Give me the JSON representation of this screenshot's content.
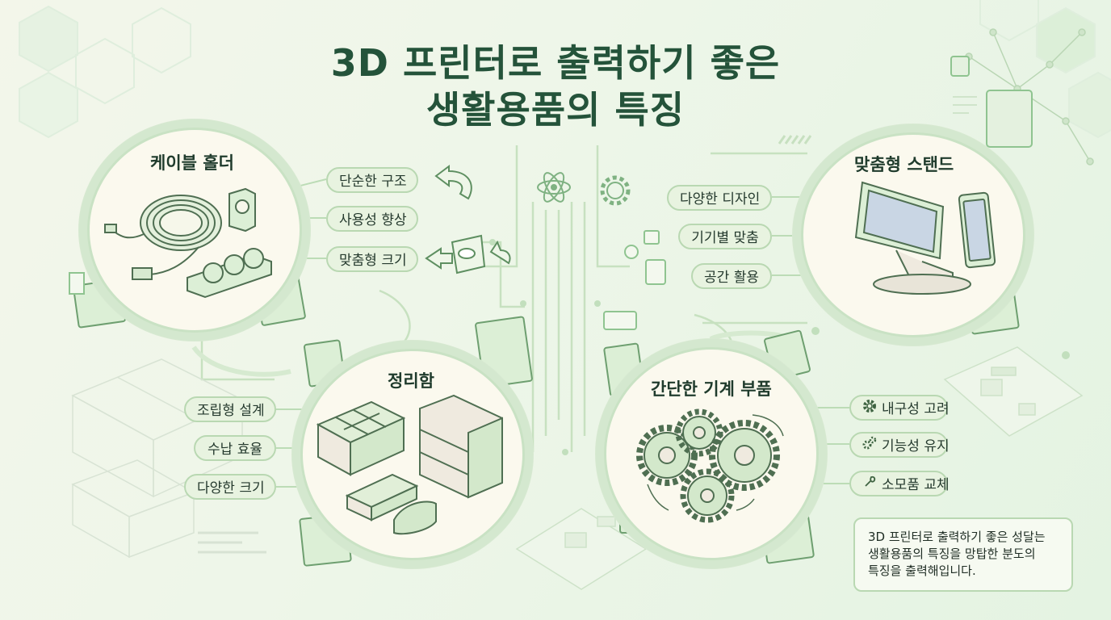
{
  "title": {
    "line1": "3D 프린터로 출력하기 좋은",
    "line2": "생활용품의 특징"
  },
  "sections": {
    "cable_holder": {
      "title": "케이블 홀더",
      "features": [
        "단순한 구조",
        "사용성 향상",
        "맞춤형 크기"
      ]
    },
    "custom_stand": {
      "title": "맞춤형 스탠드",
      "features": [
        "다양한 디자인",
        "기기별 맞춤",
        "공간 활용"
      ]
    },
    "organizer": {
      "title": "정리함",
      "features": [
        "조립형 설계",
        "수납 효율",
        "다양한 크기"
      ]
    },
    "machine_parts": {
      "title": "간단한 기계 부품",
      "features": [
        "내구성 고려",
        "기능성 유지",
        "소모품 교체"
      ],
      "feature_icons": [
        "gear-icon",
        "gears-icon",
        "wrench-icon"
      ]
    }
  },
  "note": {
    "lines": [
      "3D 프린터로 출력하기 좋은 성달는",
      "생활용품의 특징을 망탑한 분도의",
      "특징을 출력해입니다."
    ]
  },
  "colors": {
    "title": "#24533a",
    "accent": "#8fc490",
    "line": "#bcdcb6",
    "pill_bg": "#e8f3e0",
    "circle_bg": "#fbf9ee"
  }
}
